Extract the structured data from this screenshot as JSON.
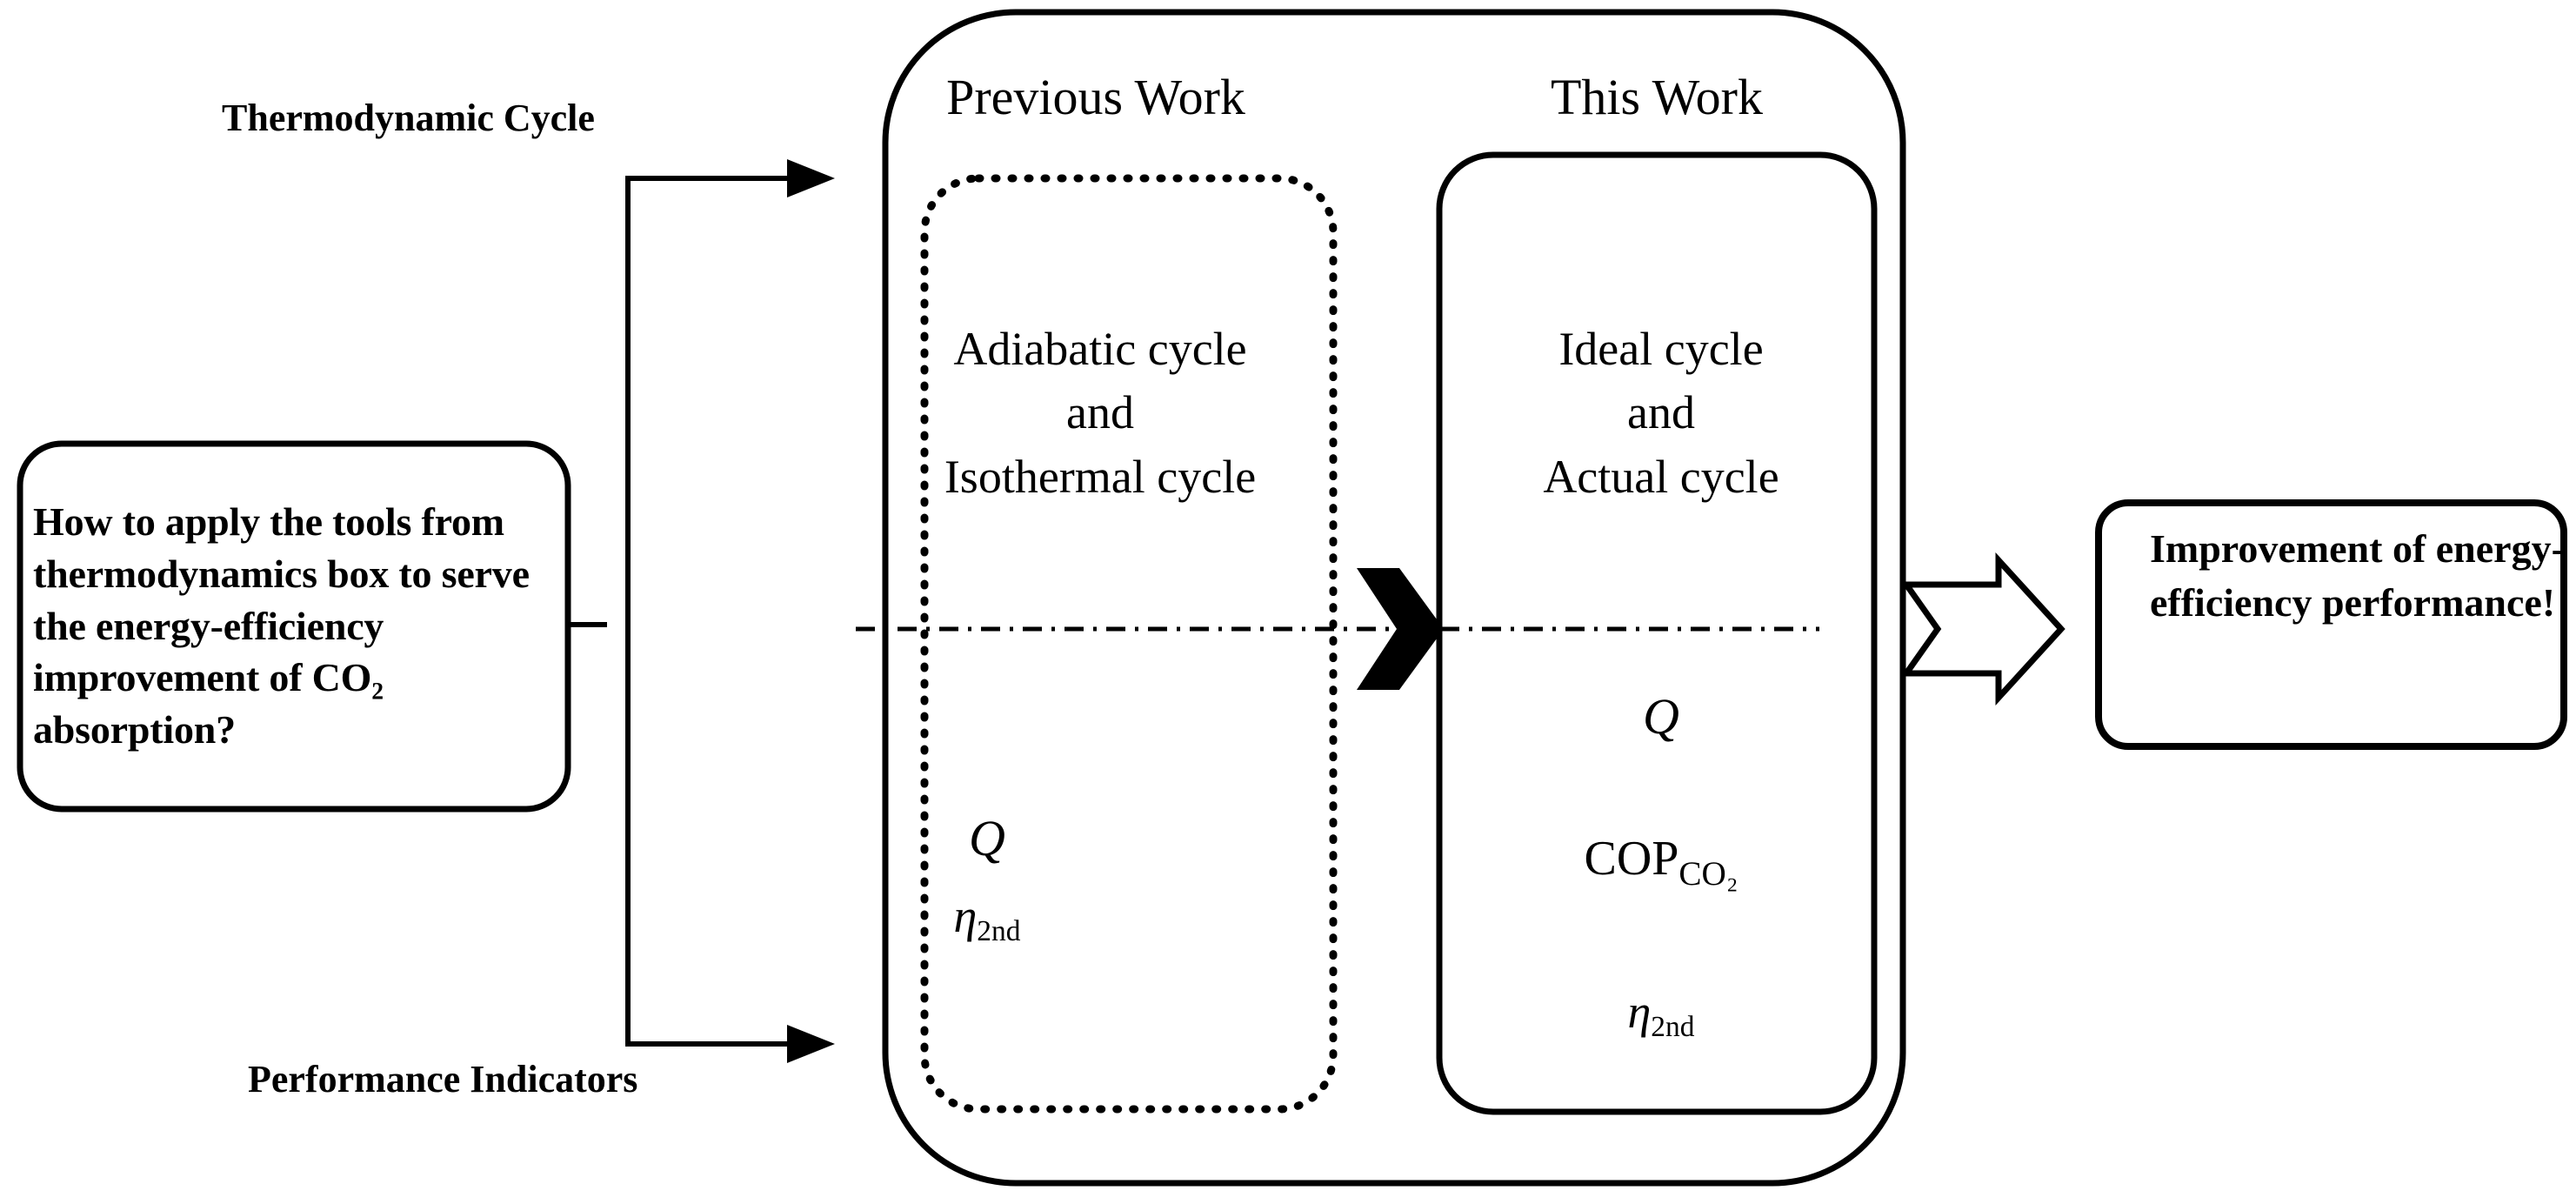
{
  "diagram": {
    "title_note": "Thermodynamic cycle framework comparison diagram",
    "question_box": {
      "text": "How to apply the tools from thermodynamics box to serve the energy-efficiency improvement of CO₂ absorption?"
    },
    "input_labels": {
      "top": "Thermodynamic Cycle",
      "bottom": "Performance Indicators"
    },
    "columns": [
      {
        "header": "Previous Work",
        "border_style": "dotted",
        "cycles": "Adiabatic cycle\nand\nIsothermal cycle",
        "indicators": [
          {
            "symbol": "Q",
            "sub": "",
            "style": "italic"
          },
          {
            "symbol": "η",
            "sub": "2nd",
            "style": "italic"
          }
        ]
      },
      {
        "header": "This Work",
        "border_style": "solid",
        "cycles": "Ideal cycle\nand\nActual cycle",
        "indicators": [
          {
            "symbol": "Q",
            "sub": "",
            "style": "italic"
          },
          {
            "symbol": "COP",
            "sub": "CO₂",
            "style": "roman"
          },
          {
            "symbol": "η",
            "sub": "2nd",
            "style": "italic"
          }
        ]
      }
    ],
    "result_box": {
      "text": "Improvement of energy-efficiency performance!"
    },
    "connectors": {
      "top_arrow": "arrow-right",
      "bottom_arrow": "arrow-right",
      "between_columns": "black-chevron",
      "to_result": "outlined-block-arrow",
      "divider": "dash-dot-line"
    },
    "colors": {
      "stroke": "#000000",
      "background": "#ffffff",
      "chevron_fill": "#000000"
    }
  }
}
